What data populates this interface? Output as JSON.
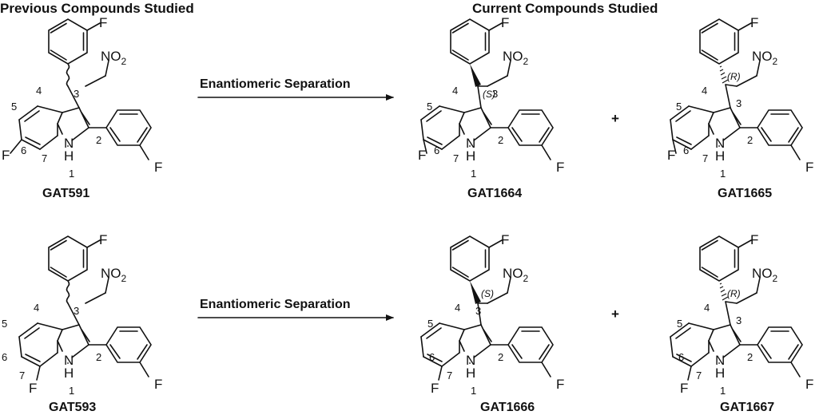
{
  "headers": {
    "previous": "Previous Compounds Studied",
    "current": "Current Compounds Studied"
  },
  "arrow_label": "Enantiomeric Separation",
  "plus_sign": "+",
  "atoms": {
    "fluorine": "F",
    "nitro_N": "NO",
    "nitro_sub": "2",
    "nh_N": "N",
    "nh_H": "H"
  },
  "positions": [
    "1",
    "2",
    "3",
    "4",
    "5",
    "6",
    "7"
  ],
  "stereo": {
    "S": "(S)",
    "R": "(R)"
  },
  "rows": [
    {
      "starting": {
        "name": "GAT591"
      },
      "products": [
        {
          "name": "GAT1664"
        },
        {
          "name": "GAT1665"
        }
      ]
    },
    {
      "starting": {
        "name": "GAT593"
      },
      "products": [
        {
          "name": "GAT1666"
        },
        {
          "name": "GAT1667"
        }
      ]
    }
  ]
}
